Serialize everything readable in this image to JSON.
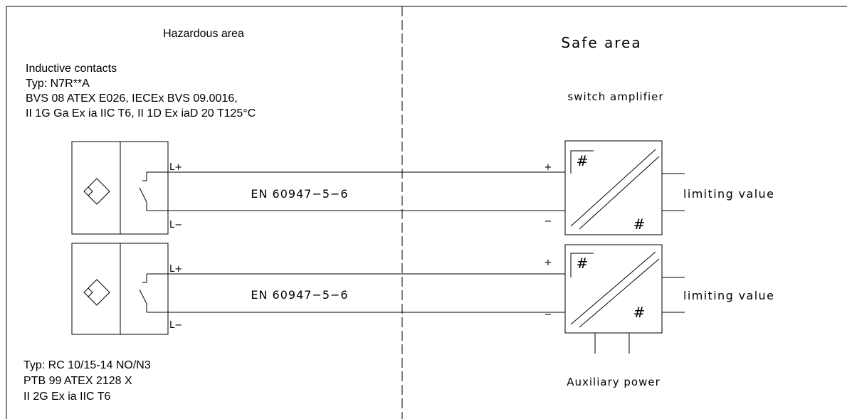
{
  "hazardous": {
    "title": "Hazardous area",
    "top_device": {
      "lines": [
        "Inductive contacts",
        "Typ: N7R**A",
        "BVS 08 ATEX E026, IECEx BVS 09.0016,",
        "II 1G Ga Ex ia IIC T6,  II 1D Ex iaD 20 T125°C"
      ]
    },
    "bottom_device": {
      "lines": [
        "Typ: RC 10/15-14 NO/N3",
        "PTB 99 ATEX 2128 X",
        "II 2G Ex ia IIC T6"
      ]
    }
  },
  "safe": {
    "title": "Safe area",
    "amplifier_label": "switch amplifier",
    "aux_power_label": "Auxiliary power"
  },
  "circuits": [
    {
      "terminal_pos": "L+",
      "terminal_neg": "L−",
      "standard": "EN 60947−5−6",
      "amp_pos": "+",
      "amp_neg": "−",
      "amp_mark_in": "#",
      "amp_mark_out": "#",
      "output_label": "limiting value"
    },
    {
      "terminal_pos": "L+",
      "terminal_neg": "L−",
      "standard": "EN 60947−5−6",
      "amp_pos": "+",
      "amp_neg": "−",
      "amp_mark_in": "#",
      "amp_mark_out": "#",
      "output_label": "limiting value"
    }
  ]
}
